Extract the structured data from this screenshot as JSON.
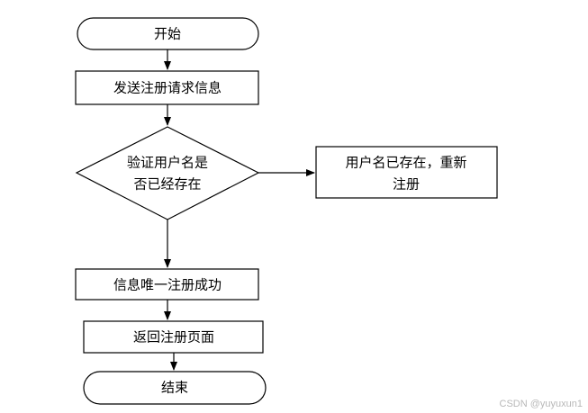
{
  "diagram": {
    "type": "flowchart",
    "nodes": {
      "start": {
        "shape": "terminal",
        "text": "开始"
      },
      "send_request": {
        "shape": "process",
        "text": "发送注册请求信息"
      },
      "check_username": {
        "shape": "decision",
        "text_line1": "验证用户名是",
        "text_line2": "否已经存在"
      },
      "exists": {
        "shape": "process",
        "text_line1": "用户名已存在，重新",
        "text_line2": "注册"
      },
      "success": {
        "shape": "process",
        "text": "信息唯一注册成功"
      },
      "back": {
        "shape": "process",
        "text": "返回注册页面"
      },
      "end": {
        "shape": "terminal",
        "text": "结束"
      }
    },
    "edges": [
      {
        "from": "start",
        "to": "send_request"
      },
      {
        "from": "send_request",
        "to": "check_username"
      },
      {
        "from": "check_username",
        "to": "exists"
      },
      {
        "from": "check_username",
        "to": "success"
      },
      {
        "from": "success",
        "to": "back"
      },
      {
        "from": "back",
        "to": "end"
      }
    ]
  },
  "watermark": "CSDN @yuyuxun1"
}
